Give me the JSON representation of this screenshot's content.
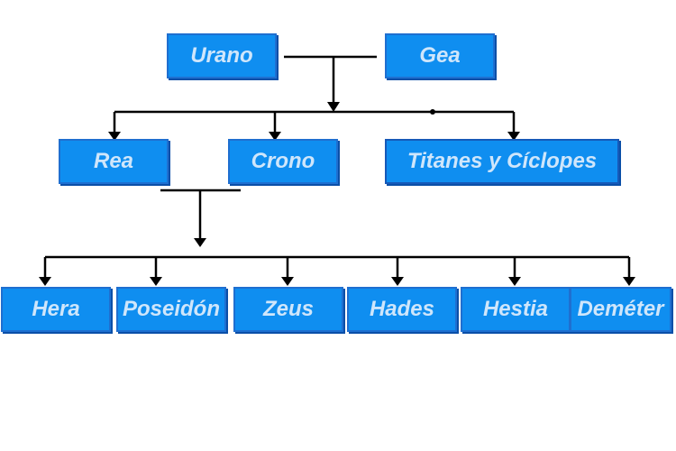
{
  "colors": {
    "node_fill": "#0f8ef0",
    "node_border": "#1f6fd0",
    "node_text": "#cfe6fb",
    "line": "#000000"
  },
  "nodes": {
    "urano": "Urano",
    "gea": "Gea",
    "rea": "Rea",
    "crono": "Crono",
    "titanes": "Titanes y Cíclopes",
    "hera": "Hera",
    "poseidon": "Poseidón",
    "zeus": "Zeus",
    "hades": "Hades",
    "hestia": "Hestia",
    "demeter": "Deméter"
  }
}
